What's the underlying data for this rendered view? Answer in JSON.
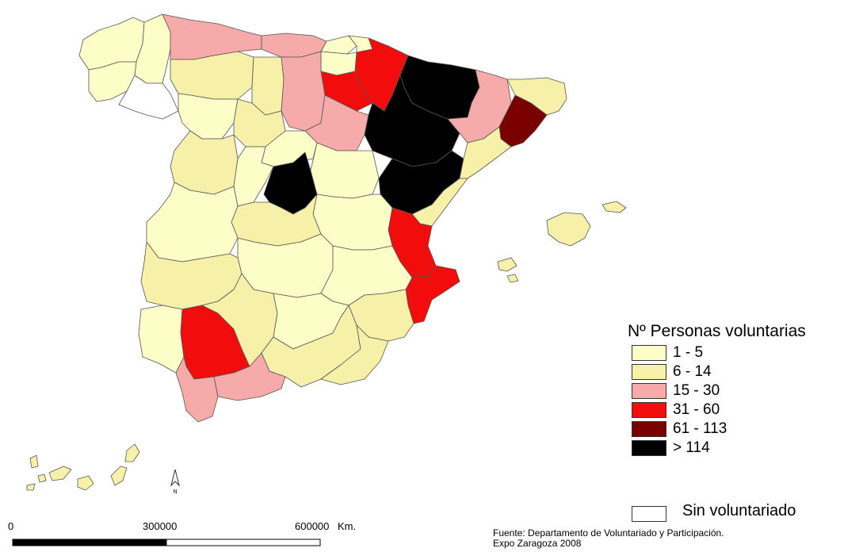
{
  "legend": {
    "title": "Nº Personas voluntarias",
    "classes": [
      {
        "label": "1 - 5",
        "color": "#fdfdc8"
      },
      {
        "label": "6 - 14",
        "color": "#f7f0a8"
      },
      {
        "label": "15 - 30",
        "color": "#f6aaaa"
      },
      {
        "label": "31 - 60",
        "color": "#f20c0c"
      },
      {
        "label": "61 - 113",
        "color": "#7a0000"
      },
      {
        "label": "> 114",
        "color": "#000000"
      }
    ],
    "no_data": {
      "label": "Sin voluntariado",
      "color": "#ffffff"
    }
  },
  "scale": {
    "labels": [
      "0",
      "300000",
      "600000",
      "Km."
    ]
  },
  "source": {
    "line1": "Fuente: Departamento de Voluntariado y Participación.",
    "line2": "Expo Zaragoza 2008"
  },
  "north_arrow": {
    "label": "N",
    "icon": "north-arrow-icon"
  }
}
